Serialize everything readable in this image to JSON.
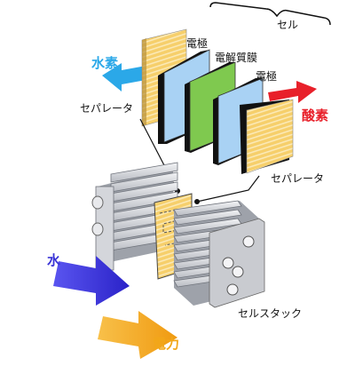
{
  "labels": {
    "cell": "セル",
    "electrode_top": "電極",
    "electrolyte_membrane": "電解質膜",
    "electrode_bottom": "電極",
    "separator_left": "セパレータ",
    "separator_right": "セパレータ",
    "hydrogen": "水素",
    "oxygen": "酸素",
    "water": "水",
    "electricity": "電力",
    "cell_stack": "セルスタック"
  },
  "colors": {
    "separator": "#f6cf6b",
    "separator_stripe": "#fbe9b6",
    "electrode": "#a9d2f4",
    "membrane": "#7fc94f",
    "hydrogen_arrow": "#2ba8e8",
    "oxygen_arrow": "#e8202a",
    "water_arrow": "#3a34d6",
    "electricity_arrow": "#f2a719",
    "fin": "#d7d9de"
  }
}
